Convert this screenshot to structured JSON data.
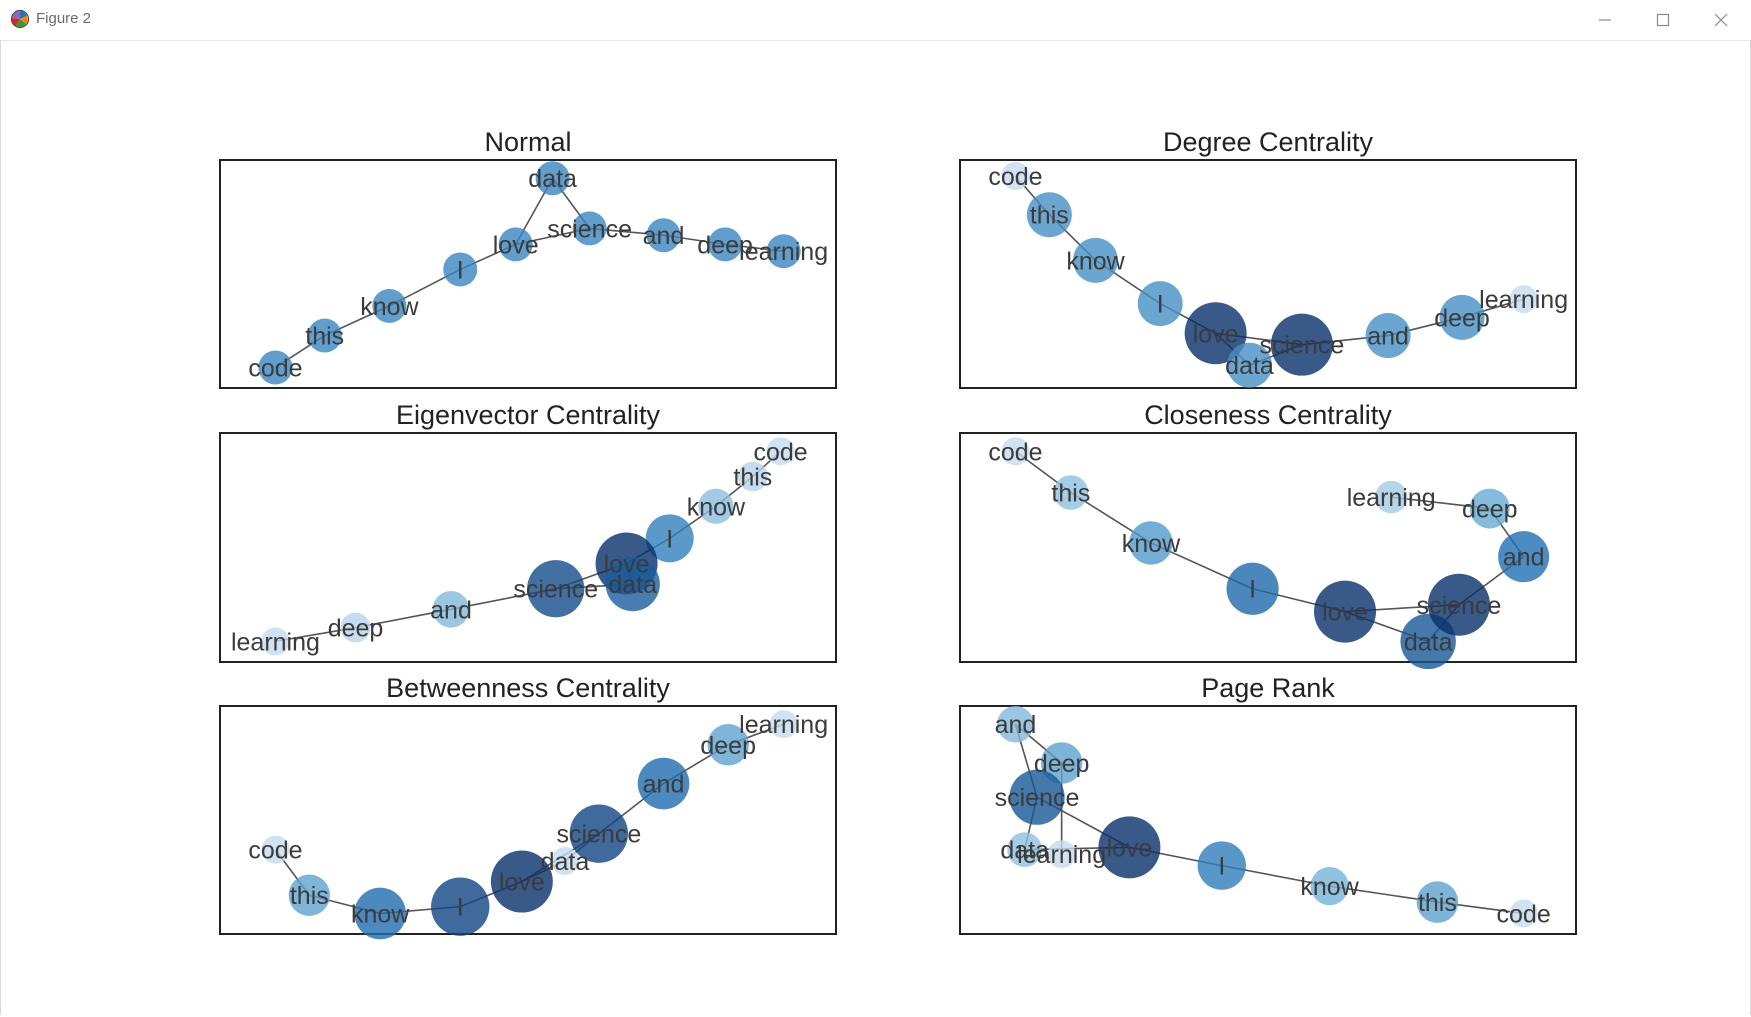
{
  "window": {
    "title": "Figure 2",
    "controls": [
      "minimize",
      "maximize",
      "close"
    ]
  },
  "chart_data": [
    {
      "type": "network",
      "title": "Normal",
      "edges": [
        [
          "code",
          "this"
        ],
        [
          "this",
          "know"
        ],
        [
          "know",
          "I"
        ],
        [
          "I",
          "love"
        ],
        [
          "love",
          "data"
        ],
        [
          "love",
          "science"
        ],
        [
          "data",
          "science"
        ],
        [
          "science",
          "and"
        ],
        [
          "and",
          "deep"
        ],
        [
          "deep",
          "learning"
        ]
      ],
      "nodes": [
        {
          "label": "code",
          "x": 0.09,
          "y": 0.91,
          "value": 0.5
        },
        {
          "label": "this",
          "x": 0.17,
          "y": 0.77,
          "value": 0.5
        },
        {
          "label": "know",
          "x": 0.275,
          "y": 0.64,
          "value": 0.5
        },
        {
          "label": "I",
          "x": 0.39,
          "y": 0.48,
          "value": 0.5
        },
        {
          "label": "love",
          "x": 0.48,
          "y": 0.37,
          "value": 0.5
        },
        {
          "label": "data",
          "x": 0.54,
          "y": 0.08,
          "value": 0.5
        },
        {
          "label": "science",
          "x": 0.6,
          "y": 0.3,
          "value": 0.5
        },
        {
          "label": "and",
          "x": 0.72,
          "y": 0.33,
          "value": 0.5
        },
        {
          "label": "deep",
          "x": 0.82,
          "y": 0.37,
          "value": 0.5
        },
        {
          "label": "learning",
          "x": 0.915,
          "y": 0.4,
          "value": 0.5
        }
      ]
    },
    {
      "type": "network",
      "title": "Degree Centrality",
      "edges": [
        [
          "code",
          "this"
        ],
        [
          "this",
          "know"
        ],
        [
          "know",
          "I"
        ],
        [
          "I",
          "love"
        ],
        [
          "love",
          "data"
        ],
        [
          "love",
          "science"
        ],
        [
          "data",
          "science"
        ],
        [
          "science",
          "and"
        ],
        [
          "and",
          "deep"
        ],
        [
          "deep",
          "learning"
        ]
      ],
      "nodes": [
        {
          "label": "code",
          "x": 0.09,
          "y": 0.07,
          "value": 0.111
        },
        {
          "label": "this",
          "x": 0.145,
          "y": 0.24,
          "value": 0.222
        },
        {
          "label": "know",
          "x": 0.22,
          "y": 0.44,
          "value": 0.222
        },
        {
          "label": "I",
          "x": 0.325,
          "y": 0.63,
          "value": 0.222
        },
        {
          "label": "love",
          "x": 0.415,
          "y": 0.76,
          "value": 0.333
        },
        {
          "label": "data",
          "x": 0.47,
          "y": 0.9,
          "value": 0.222
        },
        {
          "label": "science",
          "x": 0.555,
          "y": 0.81,
          "value": 0.333
        },
        {
          "label": "and",
          "x": 0.695,
          "y": 0.77,
          "value": 0.222
        },
        {
          "label": "deep",
          "x": 0.815,
          "y": 0.69,
          "value": 0.222
        },
        {
          "label": "learning",
          "x": 0.915,
          "y": 0.61,
          "value": 0.111
        }
      ]
    },
    {
      "type": "network",
      "title": "Eigenvector Centrality",
      "edges": [
        [
          "code",
          "this"
        ],
        [
          "this",
          "know"
        ],
        [
          "know",
          "I"
        ],
        [
          "I",
          "love"
        ],
        [
          "love",
          "data"
        ],
        [
          "love",
          "science"
        ],
        [
          "data",
          "science"
        ],
        [
          "science",
          "and"
        ],
        [
          "and",
          "deep"
        ],
        [
          "deep",
          "learning"
        ]
      ],
      "nodes": [
        {
          "label": "code",
          "x": 0.91,
          "y": 0.08,
          "value": 0.02
        },
        {
          "label": "this",
          "x": 0.865,
          "y": 0.19,
          "value": 0.05
        },
        {
          "label": "know",
          "x": 0.805,
          "y": 0.32,
          "value": 0.14
        },
        {
          "label": "I",
          "x": 0.73,
          "y": 0.46,
          "value": 0.35
        },
        {
          "label": "love",
          "x": 0.66,
          "y": 0.57,
          "value": 0.58
        },
        {
          "label": "data",
          "x": 0.67,
          "y": 0.66,
          "value": 0.45
        },
        {
          "label": "science",
          "x": 0.545,
          "y": 0.68,
          "value": 0.5
        },
        {
          "label": "and",
          "x": 0.375,
          "y": 0.77,
          "value": 0.16
        },
        {
          "label": "deep",
          "x": 0.22,
          "y": 0.85,
          "value": 0.05
        },
        {
          "label": "learning",
          "x": 0.09,
          "y": 0.91,
          "value": 0.02
        }
      ]
    },
    {
      "type": "network",
      "title": "Closeness Centrality",
      "edges": [
        [
          "code",
          "this"
        ],
        [
          "this",
          "know"
        ],
        [
          "know",
          "I"
        ],
        [
          "I",
          "love"
        ],
        [
          "love",
          "data"
        ],
        [
          "love",
          "science"
        ],
        [
          "data",
          "science"
        ],
        [
          "science",
          "and"
        ],
        [
          "and",
          "deep"
        ],
        [
          "deep",
          "learning"
        ]
      ],
      "nodes": [
        {
          "label": "code",
          "x": 0.09,
          "y": 0.08,
          "value": 0.22
        },
        {
          "label": "this",
          "x": 0.18,
          "y": 0.26,
          "value": 0.28
        },
        {
          "label": "know",
          "x": 0.31,
          "y": 0.48,
          "value": 0.36
        },
        {
          "label": "I",
          "x": 0.475,
          "y": 0.68,
          "value": 0.44
        },
        {
          "label": "love",
          "x": 0.625,
          "y": 0.78,
          "value": 0.53
        },
        {
          "label": "data",
          "x": 0.76,
          "y": 0.91,
          "value": 0.47
        },
        {
          "label": "science",
          "x": 0.81,
          "y": 0.75,
          "value": 0.53
        },
        {
          "label": "and",
          "x": 0.915,
          "y": 0.54,
          "value": 0.43
        },
        {
          "label": "deep",
          "x": 0.86,
          "y": 0.33,
          "value": 0.33
        },
        {
          "label": "learning",
          "x": 0.7,
          "y": 0.28,
          "value": 0.26
        }
      ]
    },
    {
      "type": "network",
      "title": "Betweenness Centrality",
      "edges": [
        [
          "code",
          "this"
        ],
        [
          "this",
          "know"
        ],
        [
          "know",
          "I"
        ],
        [
          "I",
          "love"
        ],
        [
          "love",
          "data"
        ],
        [
          "love",
          "science"
        ],
        [
          "data",
          "science"
        ],
        [
          "science",
          "and"
        ],
        [
          "and",
          "deep"
        ],
        [
          "deep",
          "learning"
        ]
      ],
      "nodes": [
        {
          "label": "code",
          "x": 0.09,
          "y": 0.63,
          "value": 0.0
        },
        {
          "label": "this",
          "x": 0.145,
          "y": 0.83,
          "value": 0.22
        },
        {
          "label": "know",
          "x": 0.26,
          "y": 0.91,
          "value": 0.39
        },
        {
          "label": "I",
          "x": 0.39,
          "y": 0.88,
          "value": 0.5
        },
        {
          "label": "love",
          "x": 0.49,
          "y": 0.77,
          "value": 0.56
        },
        {
          "label": "data",
          "x": 0.56,
          "y": 0.68,
          "value": 0.0
        },
        {
          "label": "science",
          "x": 0.615,
          "y": 0.56,
          "value": 0.5
        },
        {
          "label": "and",
          "x": 0.72,
          "y": 0.34,
          "value": 0.39
        },
        {
          "label": "deep",
          "x": 0.825,
          "y": 0.17,
          "value": 0.22
        },
        {
          "label": "learning",
          "x": 0.915,
          "y": 0.08,
          "value": 0.0
        }
      ]
    },
    {
      "type": "network",
      "title": "Page Rank",
      "edges": [
        [
          "code",
          "this"
        ],
        [
          "this",
          "know"
        ],
        [
          "know",
          "I"
        ],
        [
          "I",
          "love"
        ],
        [
          "love",
          "data"
        ],
        [
          "love",
          "science"
        ],
        [
          "data",
          "science"
        ],
        [
          "science",
          "and"
        ],
        [
          "and",
          "deep"
        ],
        [
          "deep",
          "learning"
        ]
      ],
      "nodes": [
        {
          "label": "and",
          "x": 0.09,
          "y": 0.08,
          "value": 0.085
        },
        {
          "label": "deep",
          "x": 0.165,
          "y": 0.25,
          "value": 0.1
        },
        {
          "label": "science",
          "x": 0.125,
          "y": 0.4,
          "value": 0.14
        },
        {
          "label": "data",
          "x": 0.105,
          "y": 0.63,
          "value": 0.08
        },
        {
          "label": "learning",
          "x": 0.165,
          "y": 0.65,
          "value": 0.06
        },
        {
          "label": "love",
          "x": 0.275,
          "y": 0.62,
          "value": 0.16
        },
        {
          "label": "I",
          "x": 0.425,
          "y": 0.7,
          "value": 0.12
        },
        {
          "label": "know",
          "x": 0.6,
          "y": 0.79,
          "value": 0.09
        },
        {
          "label": "this",
          "x": 0.775,
          "y": 0.86,
          "value": 0.1
        },
        {
          "label": "code",
          "x": 0.915,
          "y": 0.91,
          "value": 0.06
        }
      ]
    }
  ]
}
